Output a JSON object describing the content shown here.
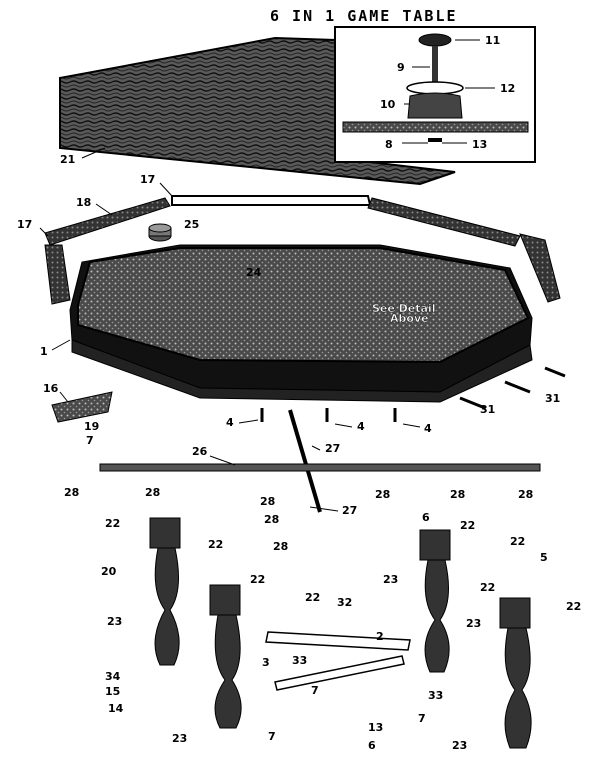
{
  "title": "6 IN 1 GAME TABLE",
  "detail_note": [
    "See Detail",
    "Above"
  ],
  "callouts": [
    {
      "id": "c11",
      "text": "11"
    },
    {
      "id": "c9",
      "text": "9"
    },
    {
      "id": "c12",
      "text": "12"
    },
    {
      "id": "c10",
      "text": "10"
    },
    {
      "id": "c8",
      "text": "8"
    },
    {
      "id": "c13a",
      "text": "13"
    },
    {
      "id": "c21",
      "text": "21"
    },
    {
      "id": "c17a",
      "text": "17"
    },
    {
      "id": "c18",
      "text": "18"
    },
    {
      "id": "c17b",
      "text": "17"
    },
    {
      "id": "c25",
      "text": "25"
    },
    {
      "id": "c24",
      "text": "24"
    },
    {
      "id": "c1",
      "text": "1"
    },
    {
      "id": "c16",
      "text": "16"
    },
    {
      "id": "c19",
      "text": "19"
    },
    {
      "id": "c7a",
      "text": "7"
    },
    {
      "id": "c4a",
      "text": "4"
    },
    {
      "id": "c4b",
      "text": "4"
    },
    {
      "id": "c4c",
      "text": "4"
    },
    {
      "id": "c31a",
      "text": "31"
    },
    {
      "id": "c31b",
      "text": "31"
    },
    {
      "id": "c27a",
      "text": "27"
    },
    {
      "id": "c26",
      "text": "26"
    },
    {
      "id": "c28a",
      "text": "28"
    },
    {
      "id": "c28b",
      "text": "28"
    },
    {
      "id": "c28c",
      "text": "28"
    },
    {
      "id": "c28d",
      "text": "28"
    },
    {
      "id": "c28e",
      "text": "28"
    },
    {
      "id": "c28f",
      "text": "28"
    },
    {
      "id": "c28g",
      "text": "28"
    },
    {
      "id": "c27b",
      "text": "27"
    },
    {
      "id": "c28h",
      "text": "28"
    },
    {
      "id": "c22a",
      "text": "22"
    },
    {
      "id": "c22b",
      "text": "22"
    },
    {
      "id": "c6a",
      "text": "6"
    },
    {
      "id": "c22c",
      "text": "22"
    },
    {
      "id": "c22d",
      "text": "22"
    },
    {
      "id": "c5",
      "text": "5"
    },
    {
      "id": "c20",
      "text": "20"
    },
    {
      "id": "c23a",
      "text": "23"
    },
    {
      "id": "c22e",
      "text": "22"
    },
    {
      "id": "c22f",
      "text": "22"
    },
    {
      "id": "c22g",
      "text": "22"
    },
    {
      "id": "c22h",
      "text": "22"
    },
    {
      "id": "c23b",
      "text": "23"
    },
    {
      "id": "c32",
      "text": "32"
    },
    {
      "id": "c2",
      "text": "2"
    },
    {
      "id": "c23c",
      "text": "23"
    },
    {
      "id": "c3",
      "text": "3"
    },
    {
      "id": "c33a",
      "text": "33"
    },
    {
      "id": "c34",
      "text": "34"
    },
    {
      "id": "c15",
      "text": "15"
    },
    {
      "id": "c7b",
      "text": "7"
    },
    {
      "id": "c33b",
      "text": "33"
    },
    {
      "id": "c14",
      "text": "14"
    },
    {
      "id": "c7c",
      "text": "7"
    },
    {
      "id": "c13b",
      "text": "13"
    },
    {
      "id": "c7d",
      "text": "7"
    },
    {
      "id": "c23d",
      "text": "23"
    },
    {
      "id": "c6b",
      "text": "6"
    },
    {
      "id": "c23e",
      "text": "23"
    }
  ]
}
